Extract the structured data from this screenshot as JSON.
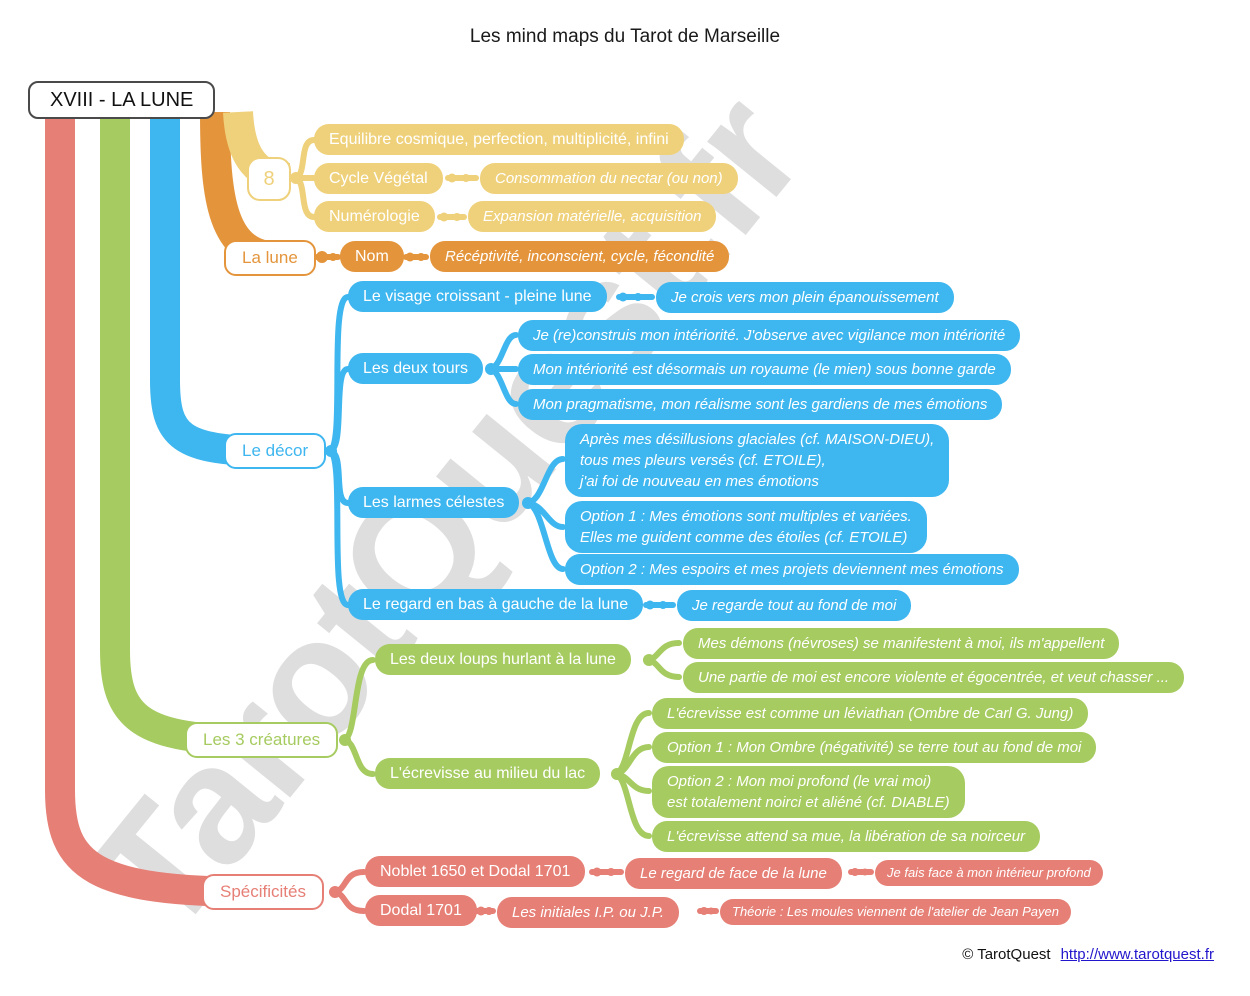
{
  "title": "Les mind maps du Tarot de Marseille",
  "watermark": "TarotQuest.fr",
  "root": {
    "label": "XVIII - LA LUNE"
  },
  "colors": {
    "yellow": "#efd17b",
    "orange": "#e4953c",
    "blue": "#3eb6ef",
    "green": "#a6cb60",
    "red": "#e67f75",
    "link_blue": "#2216cc",
    "watermark_gray": "#dedede",
    "root_border": "#4a4a4a"
  },
  "branches": [
    {
      "label": "8",
      "color": "#efd17b",
      "children": [
        {
          "label": "Equilibre cosmique, perfection, multiplicité, infini"
        },
        {
          "label": "Cycle Végétal",
          "note": "Consommation du nectar (ou non)"
        },
        {
          "label": "Numérologie",
          "note": "Expansion matérielle, acquisition"
        }
      ]
    },
    {
      "label": "La lune",
      "color": "#e4953c",
      "children": [
        {
          "label": "Nom",
          "note": "Récéptivité, inconscient, cycle, fécondité"
        }
      ]
    },
    {
      "label": "Le décor",
      "color": "#3eb6ef",
      "children": [
        {
          "label": "Le visage croissant - pleine lune",
          "notes": [
            "Je crois vers mon plein épanouissement"
          ]
        },
        {
          "label": "Les deux tours",
          "notes": [
            "Je (re)construis mon intériorité. J'observe avec vigilance mon intériorité",
            "Mon intériorité est désormais un royaume (le mien) sous bonne garde",
            "Mon pragmatisme, mon réalisme sont les gardiens de mes émotions"
          ]
        },
        {
          "label": "Les larmes célestes",
          "notes": [
            "Après mes désillusions glaciales (cf. MAISON-DIEU),\ntous mes pleurs versés (cf. ETOILE),\nj'ai foi de nouveau en mes émotions",
            "Option 1 : Mes émotions sont multiples et variées.\nElles me guident comme des étoiles (cf. ETOILE)",
            "Option 2 : Mes espoirs et mes projets deviennent mes émotions"
          ]
        },
        {
          "label": "Le regard en bas à gauche de la lune",
          "notes": [
            "Je regarde tout au fond de moi"
          ]
        }
      ]
    },
    {
      "label": "Les 3 créatures",
      "color": "#a6cb60",
      "children": [
        {
          "label": "Les deux loups hurlant à la lune",
          "notes": [
            "Mes démons (névroses) se manifestent à moi, ils m'appellent",
            "Une partie de moi est encore violente et égocentrée, et veut chasser ..."
          ]
        },
        {
          "label": "L'écrevisse au milieu du lac",
          "notes": [
            "L'écrevisse est comme un léviathan (Ombre de Carl G. Jung)",
            "Option 1 : Mon Ombre (négativité) se terre tout au fond de moi",
            "Option 2 : Mon moi profond (le vrai moi)\nest totalement noirci et aliéné (cf. DIABLE)",
            "L'écrevisse attend sa mue, la libération de sa noirceur"
          ]
        }
      ]
    },
    {
      "label": "Spécificités",
      "color": "#e67f75",
      "children": [
        {
          "label": "Noblet 1650 et Dodal 1701",
          "note": "Le regard de face de la lune",
          "subnote": "Je fais face à mon intérieur profond"
        },
        {
          "label": "Dodal 1701",
          "note": "Les initiales I.P. ou J.P.",
          "subnote": "Théorie : Les moules viennent de l'atelier de Jean Payen"
        }
      ]
    }
  ],
  "footer": {
    "copyright": "© TarotQuest",
    "link": "http://www.tarotquest.fr"
  }
}
